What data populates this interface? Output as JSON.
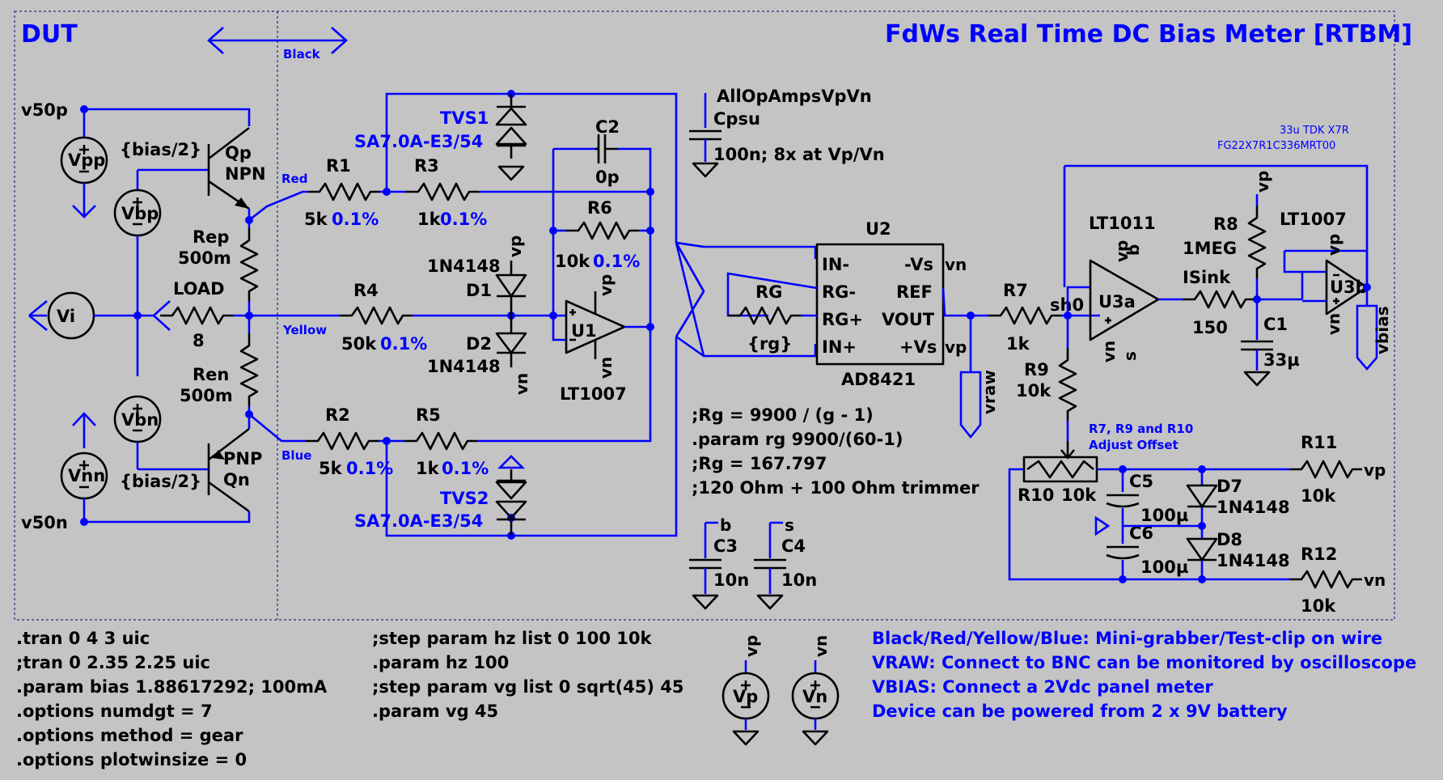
{
  "title": "FdWs Real Time DC Bias Meter [RTBM]",
  "dut_label": "DUT",
  "probe_labels": {
    "black": "Black",
    "red": "Red",
    "yellow": "Yellow",
    "blue": "Blue"
  },
  "dut": {
    "vpp": "Vpp",
    "vbp": "Vbp",
    "vi": "Vi",
    "vbn": "Vbn",
    "vnn": "Vnn",
    "net_v50p": "v50p",
    "net_v50n": "v50n",
    "bias_top": "{bias/2}",
    "bias_bot": "{bias/2}",
    "qp": "Qp",
    "qp_type": "NPN",
    "qn_type": "PNP",
    "qn": "Qn",
    "rep": "Rep",
    "rep_val": "500m",
    "ren": "Ren",
    "ren_val": "500m",
    "load": "LOAD",
    "load_val": "8"
  },
  "diff_amp": {
    "r1": "R1",
    "r1_val": "5k",
    "r1_tol": "0.1%",
    "r3": "R3",
    "r3_val": "1k",
    "r3_tol": "0.1%",
    "r6": "R6",
    "r6_val": "10k",
    "r6_tol": "0.1%",
    "r4": "R4",
    "r4_val": "50k",
    "r4_tol": "0.1%",
    "r2": "R2",
    "r2_val": "5k",
    "r2_tol": "0.1%",
    "r5": "R5",
    "r5_val": "1k",
    "r5_tol": "0.1%",
    "c2": "C2",
    "c2_val": "0p",
    "tvs1": "TVS1",
    "tvs1_part": "SA7.0A-E3/54",
    "tvs2": "TVS2",
    "tvs2_part": "SA7.0A-E3/54",
    "d1": "D1",
    "d1_part": "1N4148",
    "d2": "D2",
    "d2_part": "1N4148",
    "u1": "U1",
    "u1_part": "LT1007"
  },
  "psu": {
    "net_all": "AllOpAmpsVpVn",
    "cpsu": "Cpsu",
    "cpsu_val": "100n; 8x at Vp/Vn",
    "net_b": "b",
    "c3": "C3",
    "c3_val": "10n",
    "net_s": "s",
    "c4": "C4",
    "c4_val": "10n"
  },
  "inamp": {
    "u2": "U2",
    "u2_part": "AD8421",
    "pin_inm": "IN-",
    "pin_rgm": "RG-",
    "pin_rgp": "RG+",
    "pin_inp": "IN+",
    "pin_vsm": "-Vs",
    "pin_ref": "REF",
    "pin_vout": "VOUT",
    "pin_vsp": "+Vs",
    "net_vn": "vn",
    "net_vp": "vp",
    "rg": "RG",
    "rg_val": "{rg}",
    "net_vraw": "vraw"
  },
  "notes": [
    ";Rg = 9900 / (g - 1)",
    ".param rg 9900/(60-1)",
    ";Rg = 167.797",
    ";120 Ohm + 100 Ohm trimmer"
  ],
  "output": {
    "r7": "R7",
    "r7_val": "1k",
    "net_sh0": "sh0",
    "r9": "R9",
    "r9_val": "10k",
    "u3a_part": "LT1011",
    "u3a": "U3a",
    "u3a_pin_vp": "vp",
    "u3a_pin_b": "b",
    "u3a_pin_vn": "vn",
    "u3a_pin_s": "s",
    "r8": "R8",
    "r8_val": "1MEG",
    "isink": "ISink",
    "isink_val": "150",
    "c1": "C1",
    "c1_val": "33µ",
    "cap_note1": "33u TDK X7R",
    "cap_note2": "FG22X7R1C336MRT00",
    "u3b_part": "LT1007",
    "u3b": "U3b",
    "net_vbias": "vbias",
    "adj_note1": "R7, R9 and R10",
    "adj_note2": "Adjust Offset",
    "r10": "R10",
    "r10_val": "10k",
    "c5": "C5",
    "c5_val": "100µ",
    "c6": "C6",
    "c6_val": "100µ",
    "d7": "D7",
    "d7_part": "1N4148",
    "d8": "D8",
    "d8_part": "1N4148",
    "r11": "R11",
    "r11_val": "10k",
    "r12": "R12",
    "r12_val": "10k"
  },
  "sim_directives_left": [
    ".tran 0 4 3 uic",
    ";tran 0 2.35 2.25 uic",
    ".param bias 1.88617292; 100mA",
    ".options numdgt = 7",
    ".options method = gear",
    ".options plotwinsize = 0"
  ],
  "sim_directives_mid": [
    ";step param hz list 0 100 10k",
    ".param hz 100",
    ";step param vg list 0 sqrt(45) 45",
    ".param vg 45"
  ],
  "supplies": {
    "vp": "Vp",
    "vn": "Vn",
    "net_vp": "vp",
    "net_vn": "vn"
  },
  "info_lines": [
    "Black/Red/Yellow/Blue: Mini-grabber/Test-clip on wire",
    "VRAW: Connect to BNC can be monitored by oscilloscope",
    "VBIAS: Connect a 2Vdc panel meter",
    "Device can be powered from 2 x 9V battery"
  ],
  "colors": {
    "background": "#c4c4c4",
    "wire": "#0000ff",
    "component": "#000000",
    "text_blue": "#0000ff"
  }
}
